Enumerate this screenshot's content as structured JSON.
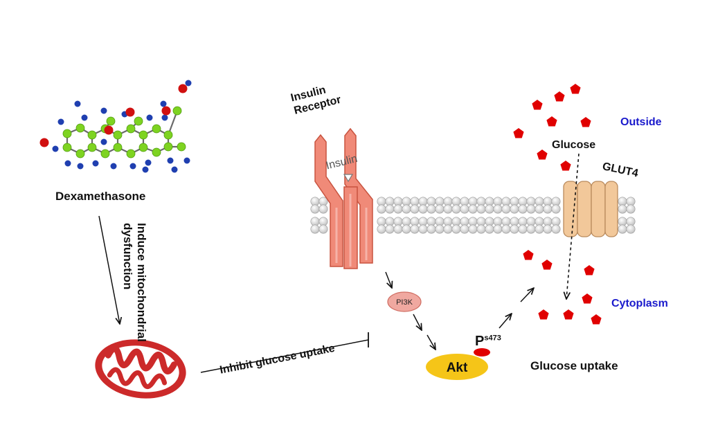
{
  "labels": {
    "dexamethasone": "Dexamethasone",
    "induce_line1": "Induce mitochondrial",
    "induce_line2": "dysfunction",
    "inhibit": "Inhibit glucose uptake",
    "insulin_receptor_line1": "Insulin",
    "insulin_receptor_line2": "Receptor",
    "insulin": "Insulin",
    "pi3k": "PI3K",
    "akt": "Akt",
    "phospho_p": "P",
    "phospho_site": "s473",
    "glucose": "Glucose",
    "glut4": "GLUT4",
    "outside": "Outside",
    "cytoplasm": "Cytoplasm",
    "glucose_uptake": "Glucose uptake"
  },
  "colors": {
    "receptor": "#f08a78",
    "receptor_stroke": "#c8533f",
    "glut4": "#f2c89a",
    "glut4_stroke": "#b98a5c",
    "akt": "#f5c518",
    "phospho": "#e00000",
    "glucose": "#e00000",
    "pi3k": "#f0a8a0",
    "mito": "#cc2a2a",
    "atom_carbon": "#7ed321",
    "atom_nitrogen": "#1f3fb0",
    "atom_oxygen": "#d01010",
    "membrane": "#e4e4e4",
    "region_label": "#1a1acc"
  }
}
